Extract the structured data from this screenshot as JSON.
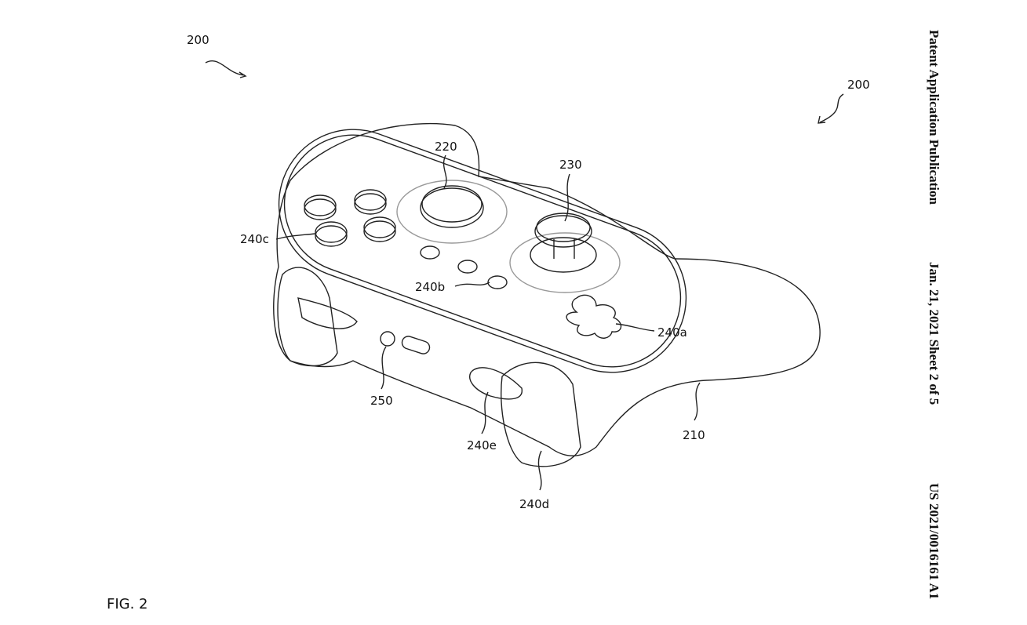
{
  "header": {
    "publication": "Patent Application Publication",
    "date_sheet": "Jan. 21, 2021  Sheet 2 of 5",
    "number": "US 2021/0016161 A1"
  },
  "figure": {
    "caption": "FIG. 2",
    "labels": {
      "ref_200_left": "200",
      "ref_200_right": "200",
      "joystick_220": "220",
      "joystick_230": "230",
      "buttons_240c": "240c",
      "buttons_240b": "240b",
      "dpad_240a": "240a",
      "port_250": "250",
      "trigger_240e": "240e",
      "trigger_240d": "240d",
      "body_210": "210"
    }
  }
}
